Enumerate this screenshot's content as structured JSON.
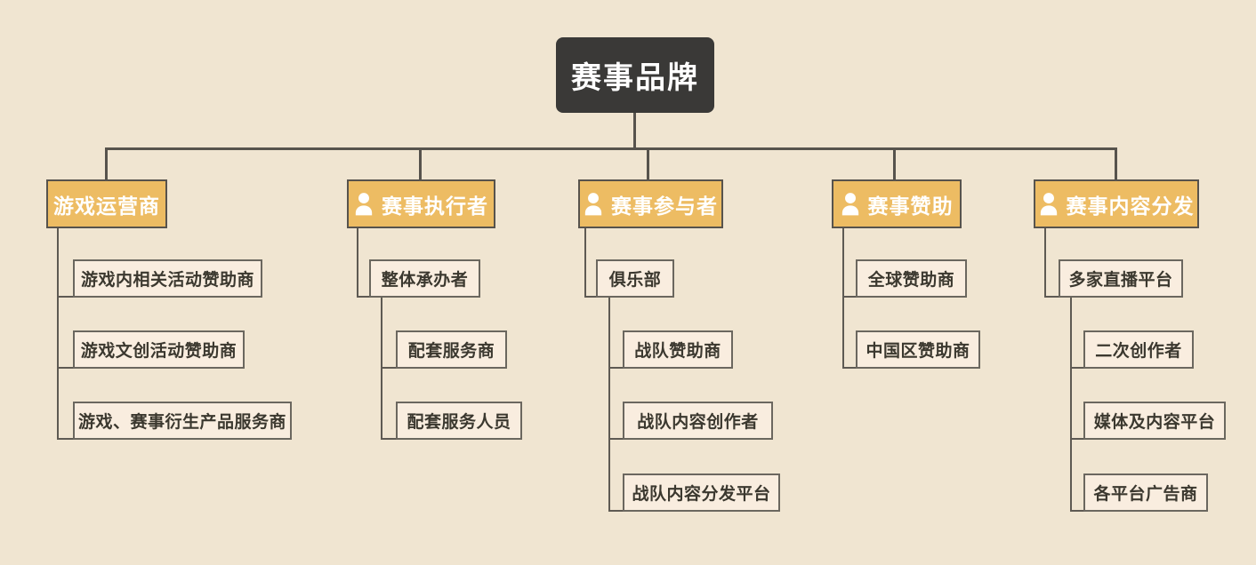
{
  "colors": {
    "bg": "#F0E5D1",
    "root-bg": "#3A3937",
    "accent": "#EDBC63",
    "line": "#57534D",
    "line2": "#5E5A53",
    "leaf-bg": "#F9EDDF",
    "leaf-border": "#6B675F",
    "leaf-text": "#3B382F"
  },
  "root": {
    "label": "赛事品牌"
  },
  "branches": [
    {
      "label": "游戏运营商",
      "icon": "none",
      "children": [
        {
          "label": "游戏内相关活动赞助商"
        },
        {
          "label": "游戏文创活动赞助商"
        },
        {
          "label": "游戏、赛事衍生产品服务商"
        }
      ]
    },
    {
      "label": "赛事执行者",
      "icon": "person-icon",
      "children": [
        {
          "label": "整体承办者",
          "children": [
            {
              "label": "配套服务商"
            },
            {
              "label": "配套服务人员"
            }
          ]
        }
      ]
    },
    {
      "label": "赛事参与者",
      "icon": "person-icon",
      "children": [
        {
          "label": "俱乐部",
          "children": [
            {
              "label": "战队赞助商"
            },
            {
              "label": "战队内容创作者"
            },
            {
              "label": "战队内容分发平台"
            }
          ]
        }
      ]
    },
    {
      "label": "赛事赞助",
      "icon": "person-icon",
      "children": [
        {
          "label": "全球赞助商"
        },
        {
          "label": "中国区赞助商"
        }
      ]
    },
    {
      "label": "赛事内容分发",
      "icon": "person-icon",
      "children": [
        {
          "label": "多家直播平台",
          "children": [
            {
              "label": "二次创作者"
            },
            {
              "label": "媒体及内容平台"
            },
            {
              "label": "各平台广告商"
            }
          ]
        }
      ]
    }
  ]
}
